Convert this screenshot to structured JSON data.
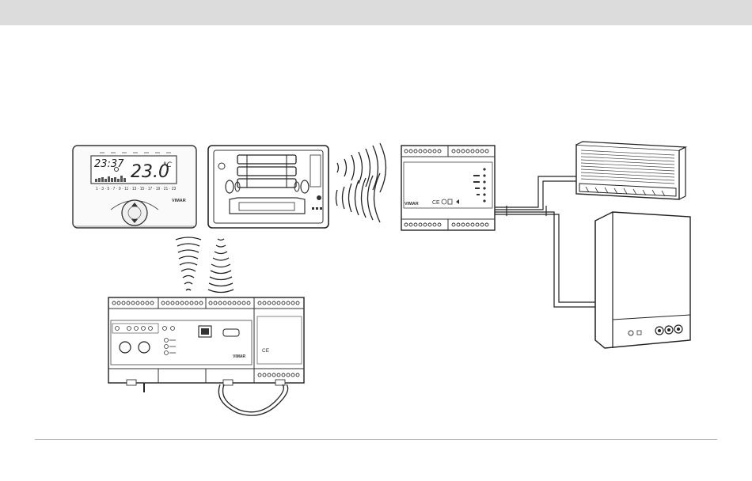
{
  "thermostat": {
    "time": "23:37",
    "temperature": "23.0",
    "unit": "°C",
    "day_scale": "1 · 3 · 5 · 7 · 9 · 11 · 13 · 15 · 17 · 19 · 21 · 23",
    "brand": "VIMAR"
  },
  "receiver": {
    "brand": "VIMAR",
    "cert": "CE"
  },
  "gateway": {
    "brand": "VIMAR",
    "cert": "CE"
  }
}
